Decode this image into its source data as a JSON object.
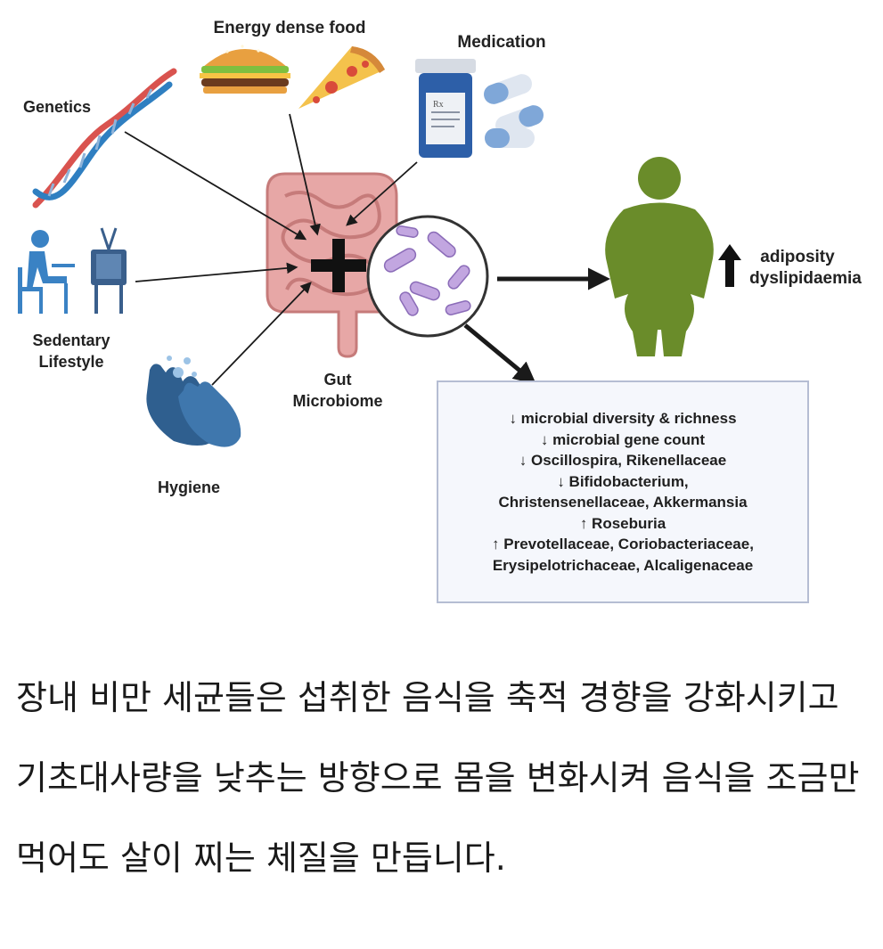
{
  "labels": {
    "energy_dense_food": "Energy dense food",
    "medication": "Medication",
    "genetics": "Genetics",
    "sedentary_line1": "Sedentary",
    "sedentary_line2": "Lifestyle",
    "hygiene": "Hygiene",
    "gut_line1": "Gut",
    "gut_line2": "Microbiome",
    "outcome_line1": "adiposity",
    "outcome_line2": "dyslipidaemia"
  },
  "findings": [
    "↓ microbial diversity & richness",
    "↓ microbial gene count",
    "↓ Oscillospira, Rikenellaceae",
    "↓ Bifidobacterium,",
    "Christensenellaceae, Akkermansia",
    "↑ Roseburia",
    "↑ Prevotellaceae, Coriobacteriaceae,",
    "Erysipelotrichaceae, Alcaligenaceae"
  ],
  "caption": "장내 비만 세균들은 섭취한 음식을 축적 경향을 강화시키고 기초대사량을 낮추는 방향으로 몸을 변화시켜 음식을 조금만 먹어도 살이 찌는 체질을 만듭니다.",
  "icons": [
    "dna-icon",
    "burger-icon",
    "pizza-icon",
    "pill-bottle-icon",
    "capsule-icon",
    "person-at-desk-icon",
    "tv-icon",
    "hand-washing-icon",
    "intestine-icon",
    "bacteria-magnifier-icon",
    "obese-person-icon",
    "up-arrow-icon"
  ],
  "colors": {
    "person": "#6a8c2a",
    "intestine": "#e6a3a3",
    "bacteria": "#b89ad8",
    "box_border": "#b5bdd3",
    "blue_figures": "#3a82c4"
  }
}
